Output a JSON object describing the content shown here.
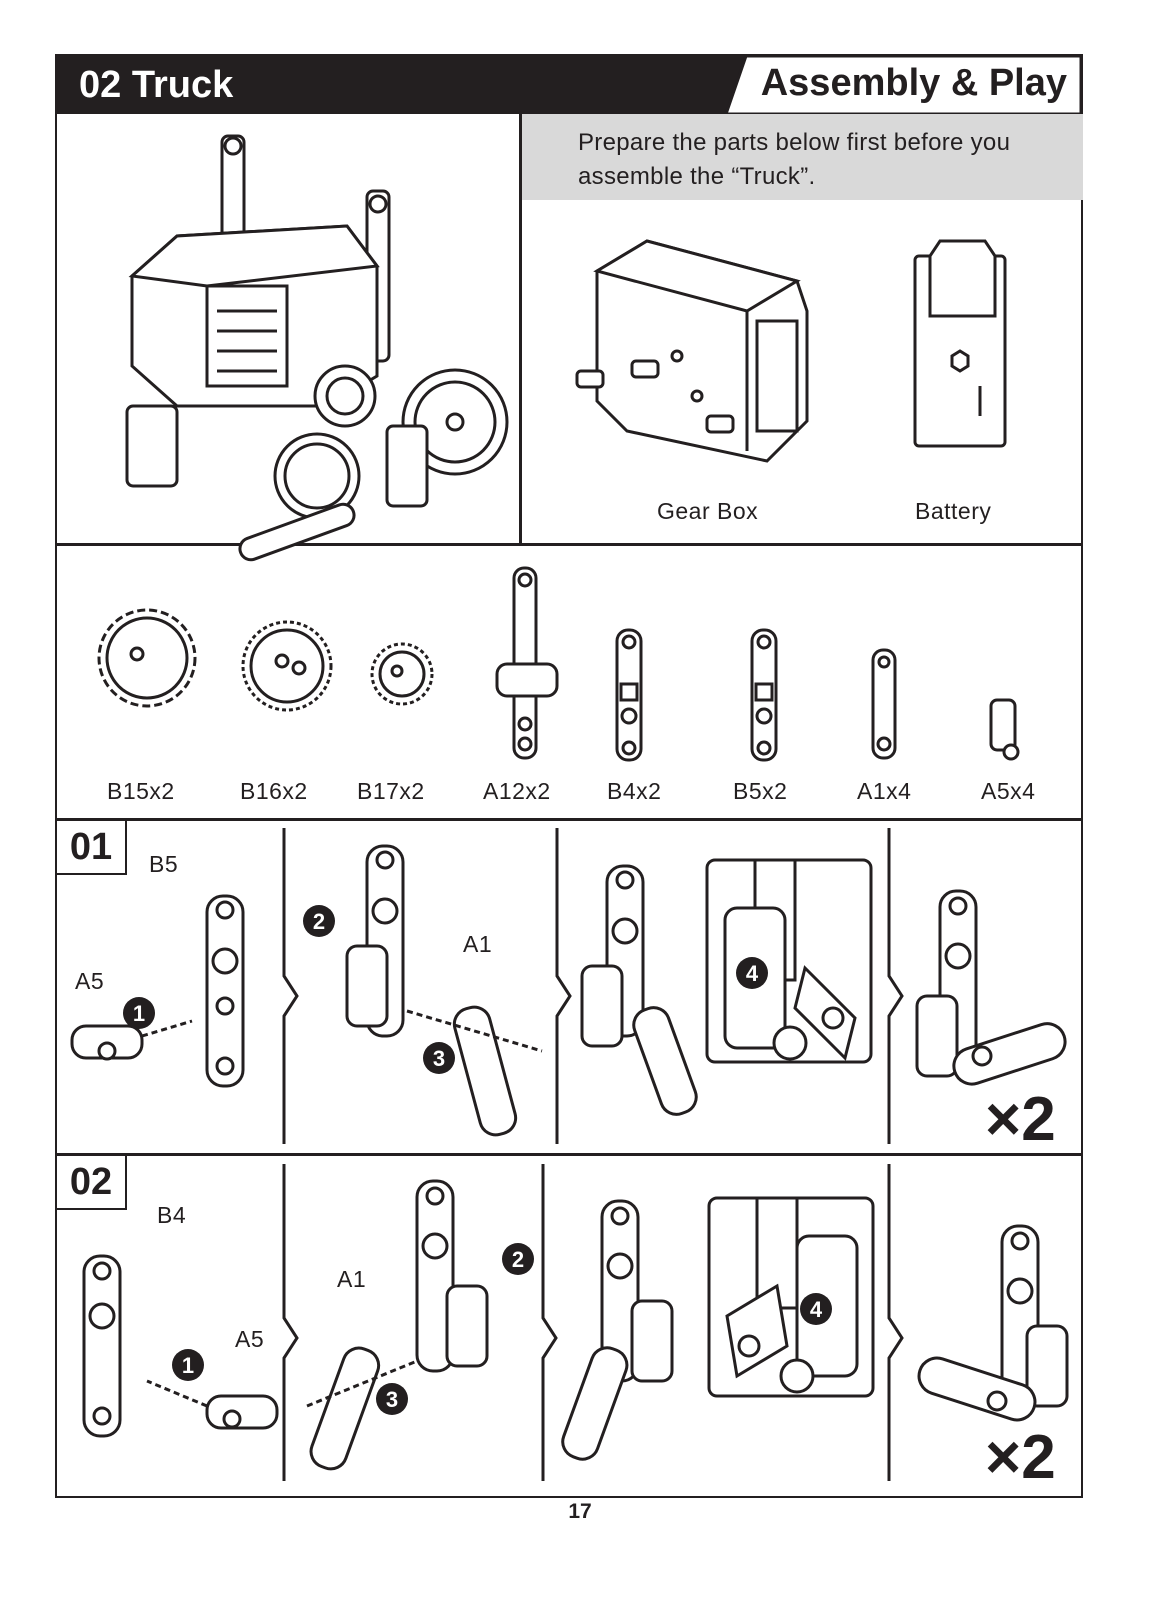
{
  "header": {
    "title": "02 Truck",
    "section": "Assembly & Play"
  },
  "intro": {
    "text": "Prepare the parts below first before you assemble the “Truck”."
  },
  "main_parts": [
    "Gear Box",
    "Battery"
  ],
  "parts": [
    "B15x2",
    "B16x2",
    "B17x2",
    "A12x2",
    "B4x2",
    "B5x2",
    "A1x4",
    "A5x4"
  ],
  "steps": [
    {
      "number": "01",
      "label_primary": "B5",
      "label_secondary": "A5",
      "label_third": "A1",
      "badges": [
        "1",
        "2",
        "3",
        "4"
      ],
      "multiplier": "×2"
    },
    {
      "number": "02",
      "label_primary": "B4",
      "label_secondary": "A5",
      "label_third": "A1",
      "badges": [
        "1",
        "2",
        "3",
        "4"
      ],
      "multiplier": "×2"
    }
  ],
  "page_number": "17",
  "colors": {
    "ink": "#231f20",
    "panel_gray": "#d9d9d9",
    "background": "#ffffff"
  }
}
